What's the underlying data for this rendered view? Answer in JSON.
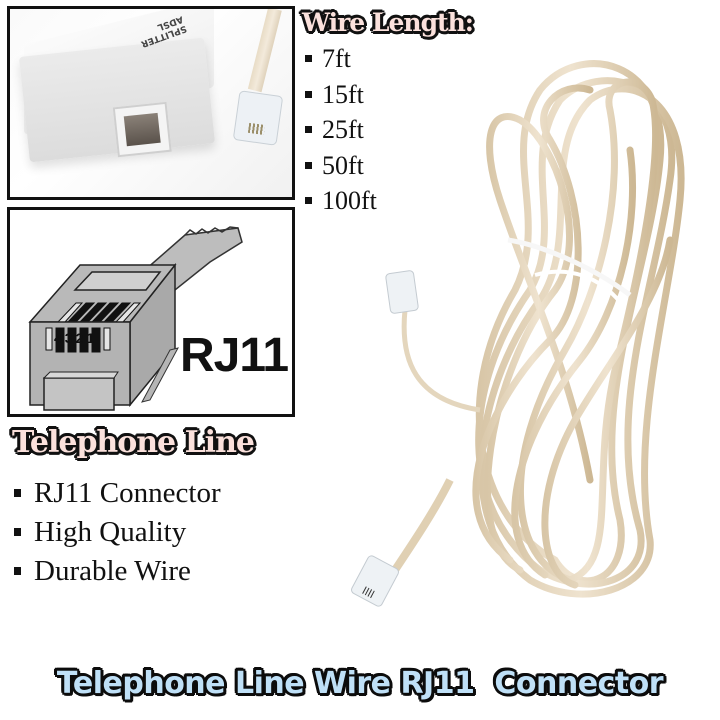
{
  "colors": {
    "heading_fill": "#fbe1dc",
    "heading_outline": "#111111",
    "banner_fill": "#bfe0f7",
    "cable_color": "#e3d3b8",
    "panel_border": "#111111"
  },
  "photo_panel": {
    "product": "ADSL splitter with RJ11 plug",
    "label_lines": [
      "ADSL",
      "SPLITTER"
    ]
  },
  "diagram_panel": {
    "pin_numbers": "4321",
    "connector_label": "RJ11"
  },
  "wire_length": {
    "heading": "Wire Length:",
    "options": [
      "7ft",
      "15ft",
      "25ft",
      "50ft",
      "100ft"
    ]
  },
  "features": {
    "heading": "Telephone Line",
    "items": [
      "RJ11 Connector",
      "High Quality",
      "Durable Wire"
    ]
  },
  "banner": {
    "title": "Telephone Line Wire RJ11  Connector"
  }
}
